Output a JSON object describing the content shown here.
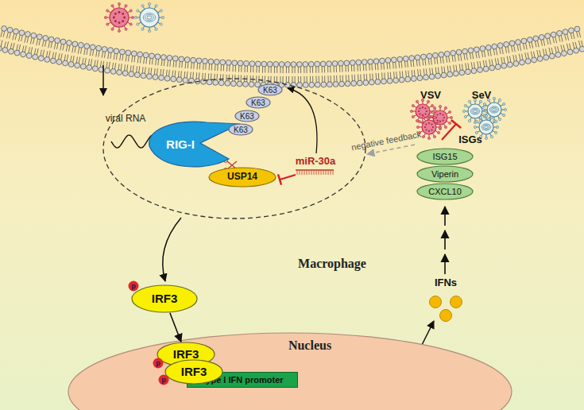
{
  "diagram": {
    "nodes": [
      {
        "text": [
          "RIG-I"
        ]
      },
      {
        "text": [
          "K63"
        ]
      },
      {
        "text": [
          "K63"
        ]
      },
      {
        "text": [
          "K63"
        ]
      },
      {
        "text": [
          "K63"
        ]
      },
      {
        "text": [
          "USP14"
        ]
      },
      {
        "text": [
          "ISG15"
        ]
      },
      {
        "text": [
          "Viperin"
        ]
      },
      {
        "text": [
          "CXCL10"
        ]
      },
      {
        "text": [
          "IRF3"
        ]
      },
      {
        "text": [
          "Nucleus"
        ]
      },
      {
        "text": [
          "IRF3"
        ],
        "in": 10
      },
      {
        "text": [
          "IRF3"
        ],
        "in": 10
      },
      {
        "text": [
          "Type I IFN promoter"
        ],
        "in": 10
      }
    ],
    "edges": [
      {
        "from": 9,
        "to": 11,
        "arrow": "to"
      }
    ],
    "labels": [
      "viral RNA",
      "VSV",
      "SeV",
      "negative feedback",
      "ISGs",
      "miR-30a",
      "Macrophage",
      "IFNs",
      "p",
      "p",
      "p"
    ]
  }
}
